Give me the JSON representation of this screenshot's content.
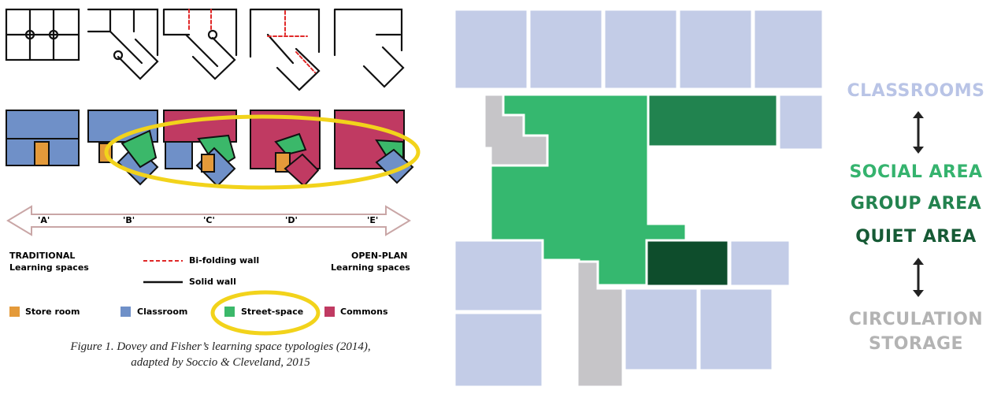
{
  "typologies": {
    "scale_labels": [
      "'A'",
      "'B'",
      "'C'",
      "'D'",
      "'E'"
    ],
    "left_end": {
      "line1": "TRADITIONAL",
      "line2": "Learning spaces"
    },
    "right_end": {
      "line1": "OPEN-PLAN",
      "line2": "Learning spaces"
    },
    "wall_legend": {
      "bifolding": "Bi-folding wall",
      "solid": "Solid wall"
    },
    "space_legend": [
      {
        "label": "Store room",
        "color": "#E49A3A"
      },
      {
        "label": "Classroom",
        "color": "#6F90C8"
      },
      {
        "label": "Street-space",
        "color": "#3BB86A"
      },
      {
        "label": "Commons",
        "color": "#C03A62"
      }
    ],
    "caption": {
      "line1": "Figure 1. Dovey and Fisher’s learning space typologies (2014),",
      "line2": "adapted by Soccio & Cleveland, 2015"
    },
    "highlight_color": "#F2D31B"
  },
  "plan_legend": {
    "classrooms": {
      "label": "CLASSROOMS",
      "color": "#B9C4E6"
    },
    "social": {
      "label": "SOCIAL AREA",
      "color": "#35B36E"
    },
    "group": {
      "label": "GROUP AREA",
      "color": "#23834F"
    },
    "quiet": {
      "label": "QUIET AREA",
      "color": "#165A35"
    },
    "circulation": {
      "label": "CIRCULATION",
      "color": "#B3B3B3"
    },
    "storage": {
      "label": "STORAGE",
      "color": "#B3B3B3"
    },
    "plan_colors": {
      "classroom_fill": "#C3CCE7",
      "social_fill": "#35B86F",
      "group_fill": "#21834F",
      "quiet_fill": "#0E4D2C",
      "circulation_fill": "#C6C5C8"
    }
  }
}
